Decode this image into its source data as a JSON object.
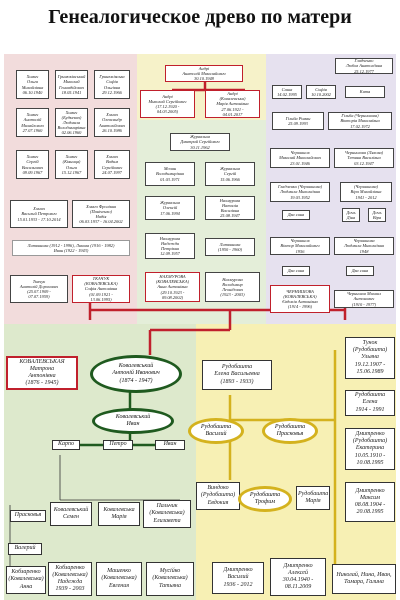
{
  "title": "Генеалогическое древо по матери",
  "colors": {
    "pink": "#f2dcdc",
    "lightgreen": "#e4eed9",
    "lightyellow": "#f6f2c9",
    "lavender": "#e6e1ef",
    "green": "#dde9cc",
    "yellow": "#f7f0b4",
    "red": "#c0202c",
    "darkgreen": "#1f5a1f",
    "gold": "#d4b21e"
  },
  "nodes": {
    "ankl": "Андрі\nАнатолій Миколайович\n30.10.1948",
    "pink_r1_1": "Хомич\nОльга\nМихайлівна\n06.10.1940",
    "pink_r1_2": "Гринюківський\nМиколай\nГеннадійович\n18.05.1941",
    "pink_r1_3": "Гринюківська\nСофія\nОльгівна\n29.12.1966",
    "pink_r2_1": "Хомич\nАнатолій\nМихайлович\n27.07.1960",
    "pink_r2_2": "Хомич\n(Будкевич)\nЛюдмила\nВолодимирівна\n02.06.1960",
    "pink_r2_3": "Хомич\nОлександр\nАнатолійович\n26.10.1986",
    "pink_r3_1": "Хомич\nСергій\nВасильович\n09.09.1967",
    "pink_r3_2": "Хомич\n(Кіяниця)\nОльга\n15.12.1967",
    "pink_r3_3": "Хомич\nВадим\nСергійович\n24.07.1997",
    "pink_r4_1": "Хомич\nВасилий Петрович\n15.01.1933 - 17.10.2014",
    "pink_r4_2": "Хомич Фролівна\n(Паніченко)\nНадія\n06.03.1937 - 16.04.2002",
    "pink_r5": "Литвинова (1912 - 1996), Ликова (1916 - 1982)\nИван (1922 - 1943)",
    "pink_r6_1": "Ткачук\nАнатолій Дорохович\n(25.07.1909 -\n07.07.1959)",
    "pink_r6_2": "ТКАЧУК\n(КОВАЛЕВСЬКА)\nСофія Антонівна\n(01.09.1921 -\n13.06.1995)",
    "ankl2_1": "Андрі\nМиколай Сергійович\n(17.12.1920 -\n04.03.2005)",
    "ankl2_2": "Андрі\n(Ковалевська)\nМарія Антонівна\n27.06.1921 -\n04.01.2017",
    "lg_r1": "Журавльов\nДмитрий Сергійович\n30.11.1962",
    "lg_r2_1": "Мочан\nВолодимирівна\n01.03.1971",
    "lg_r2_2": "Журавльов\nСергій\n15.06.1966",
    "lg_r3_1": "Журавльов\nОлексій\n17.06.1994",
    "lg_r3_2": "Нахмурова\nНаталія\nВасилівна\n25.08.1947",
    "lg_r4_1": "Нахмурова\nНадежда\nПетрівна\n12.09.1957",
    "lg_r4_2": "Литвинова\n(1950 - 1960)",
    "lg_r5_1": "НАХМУРОВА\n(КОВАЛЕВСЬКА)\nАнна Антонівна\n(29.10.1923 -\n09.08.2002)",
    "lg_r5_2": "Нахмурова\nВолодимир\nЛеонідович\n(1923 - 2003)",
    "lv_r0_1": "Гладченко\nЛюбов Анатоліївна\n25.12.1977",
    "lv_r1_1": "Саша\n14.02.1995",
    "lv_r1_2": "Софія\n10.10.2002",
    "lv_r1_3": "Катя",
    "lv_r2_1": "Гільба Роман\n25.09.1993",
    "lv_r2_2": "Гільба (Чернишова)\nВікторія Миколаївна\n17.02.1972",
    "lv_r3_1": "Чернишов\nМиколай Миколайович\n23.01.1946",
    "lv_r3_2": "Чернишова (Ляхова)\nТетяна Василівна\n03.12.1947",
    "lv_r4_1": "Гладченко (Чернишова)\nЛюдмила Миколаївна\n19.03.1952",
    "lv_r4_2": "(Чернишова)\nВіра Михайлівна\n1941 - 2012",
    "lv_r5_1": "Два сина",
    "lv_r5_2": "Дочь\nДіна",
    "lv_r5_3": "Дочь\nВіра",
    "lv_r6_1": "Чернишов\nВіктор Миколайович\n1956",
    "lv_r6_2": "Чернишова\nЛюдмила Миколаївна\n1948",
    "lv_r7_1": "Два сина",
    "lv_r7_2": "Два сина",
    "lv_r8_1": "ЧЕРНИШОВА\n(КОВАЛЕВСЬКА)\nЄвдокія Антонівна\n(1914 - 1996)",
    "lv_r8_2": "Чернишов Михаил\nАнтонович\n(1910 - 1977)",
    "kov_m": "КОВАЛЕВСЬКАЯ\nМатрона\nАнтонівна\n(1876 - 1945)",
    "kov_a": "Ковалевський\nАнтоній Иванович\n(1874 - 1947)",
    "rud_e": "Рудобашта\nЕлена Васильевна\n(1893 - 1933)",
    "kov_i": "Ковалевський\nИван",
    "rud_v": "Рудобашта\nВасилий",
    "rud_p": "Рудобашта\nПрасковья",
    "rud_ul": "Тунок\n(Рудобашта)\nУльяна\n19.12.1907 -\n15.06.1989",
    "rud_el": "Рудобашта\nЕлена\n1914 - 1991",
    "rud_ek": "Дмитренко\n(Рудобашта)\nЕкатерина\n10.05.1910 -\n10.08.1995",
    "rud_dm": "Дмитренко\nМаксим\n08.08.1904 -\n20.08.1995",
    "karp": "Карпо",
    "petro": "Петро",
    "ivan": "Иван",
    "praskov": "Прасковья",
    "kov_sem": "Ковалевський\nСемен",
    "kov_mar": "Ковалевська\nМарія",
    "pal_el": "Пальчик\n(Ковалевська)\nЕлизавета",
    "valeri": "Валерий",
    "koba": "Кобзаренко\n(Ковалевська)\nАнна",
    "kobz_nad": "Кобзаренко\n(Ковалевська)\nНадежда\n1939 - 2003",
    "mash_ev": "Машенко\n(Ковалевська)\nЕвгения",
    "musi_t": "Мусійко\n(Ковалевська)\nТатьяна",
    "vind_ev": "Виндоко\n(Рудобашта)\nЕвдокия",
    "rud_tr": "Рудобашта\nТрофим",
    "rud_mar": "Рудобашта\nМарія",
    "dm_vas": "Дмитренко\nВасилий\n1936 - 2012",
    "dm_al": "Дмитренко\nАлексей\n30.04.1940 -\n08.11.2009",
    "nik": "Николай, Нина, Иван,\nТамара, Галина"
  }
}
